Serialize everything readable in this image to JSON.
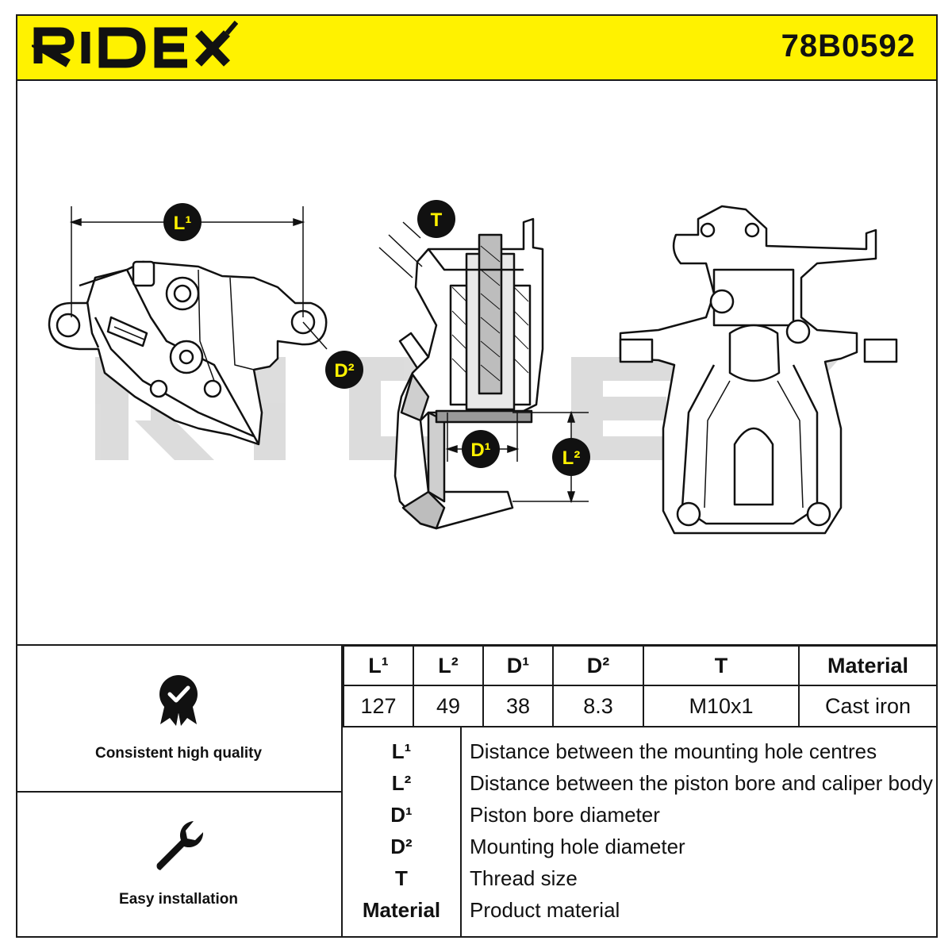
{
  "header": {
    "brand": "RIDEX",
    "part_number": "78B0592",
    "background_color": "#fff200"
  },
  "drawing": {
    "watermark": "RIDEX",
    "callouts": {
      "l1": "L¹",
      "d2": "D²",
      "t": "T",
      "d1": "D¹",
      "l2": "L²"
    },
    "callout_color": "#fff200"
  },
  "features": [
    {
      "icon": "quality-badge-icon",
      "label": "Consistent high quality"
    },
    {
      "icon": "wrench-icon",
      "label": "Easy installation"
    }
  ],
  "spec_table": {
    "headers": [
      "L¹",
      "L²",
      "D¹",
      "D²",
      "T",
      "Material"
    ],
    "values": [
      "127",
      "49",
      "38",
      "8.3",
      "M10x1",
      "Cast iron"
    ]
  },
  "legend": [
    {
      "key": "L¹",
      "desc": "Distance between the mounting hole centres"
    },
    {
      "key": "L²",
      "desc": "Distance between the piston bore and caliper body"
    },
    {
      "key": "D¹",
      "desc": "Piston bore diameter"
    },
    {
      "key": "D²",
      "desc": "Mounting hole diameter"
    },
    {
      "key": "T",
      "desc": "Thread size"
    },
    {
      "key": "Material",
      "desc": "Product material"
    }
  ]
}
